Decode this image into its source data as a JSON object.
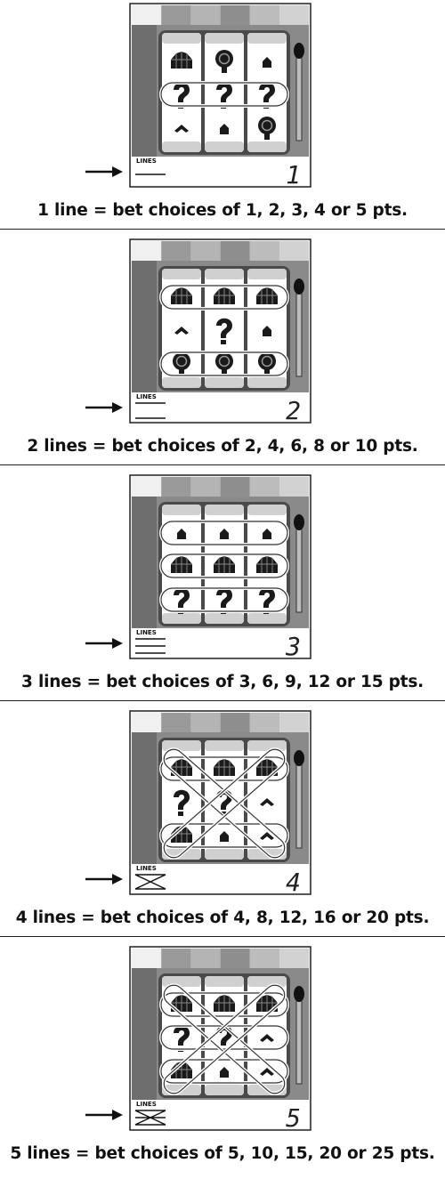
{
  "panels": [
    {
      "digit": "1",
      "lines_label": "LINES",
      "caption": "1 line = bet choices of 1, 2, 3, 4 or 5 pts.",
      "bet_lines": [
        "middle"
      ],
      "reels": [
        [
          "house-large",
          "mushroom",
          "house-small"
        ],
        [
          "question",
          "question",
          "question"
        ],
        [
          "chevron",
          "house-small",
          "mushroom"
        ]
      ]
    },
    {
      "digit": "2",
      "lines_label": "LINES",
      "caption": "2 lines = bet choices of 2, 4, 6, 8 or 10 pts.",
      "bet_lines": [
        "top",
        "bottom"
      ],
      "reels": [
        [
          "house-large",
          "house-large",
          "house-large"
        ],
        [
          "chevron",
          "question",
          "house-small"
        ],
        [
          "mushroom",
          "mushroom",
          "mushroom"
        ]
      ]
    },
    {
      "digit": "3",
      "lines_label": "LINES",
      "caption": "3 lines = bet choices of 3, 6, 9, 12 or 15 pts.",
      "bet_lines": [
        "top",
        "middle",
        "bottom"
      ],
      "reels": [
        [
          "house-small",
          "house-small",
          "house-small"
        ],
        [
          "house-large",
          "house-large",
          "house-large"
        ],
        [
          "question",
          "question",
          "question"
        ]
      ]
    },
    {
      "digit": "4",
      "lines_label": "LINES",
      "caption": "4 lines = bet choices of 4, 8, 12, 16 or 20 pts.",
      "bet_lines": [
        "top",
        "bottom",
        "diag-down",
        "diag-up"
      ],
      "reels": [
        [
          "house-large",
          "house-large",
          "house-large"
        ],
        [
          "question",
          "question",
          "chevron"
        ],
        [
          "house-large",
          "house-small",
          "chevron"
        ]
      ]
    },
    {
      "digit": "5",
      "lines_label": "LINES",
      "caption": "5 lines = bet choices of 5, 10, 15, 20 or 25 pts.",
      "bet_lines": [
        "top",
        "middle",
        "bottom",
        "diag-down",
        "diag-up"
      ],
      "reels": [
        [
          "house-large",
          "house-large",
          "house-large"
        ],
        [
          "question",
          "question",
          "chevron"
        ],
        [
          "house-large",
          "house-small",
          "chevron"
        ]
      ]
    }
  ]
}
